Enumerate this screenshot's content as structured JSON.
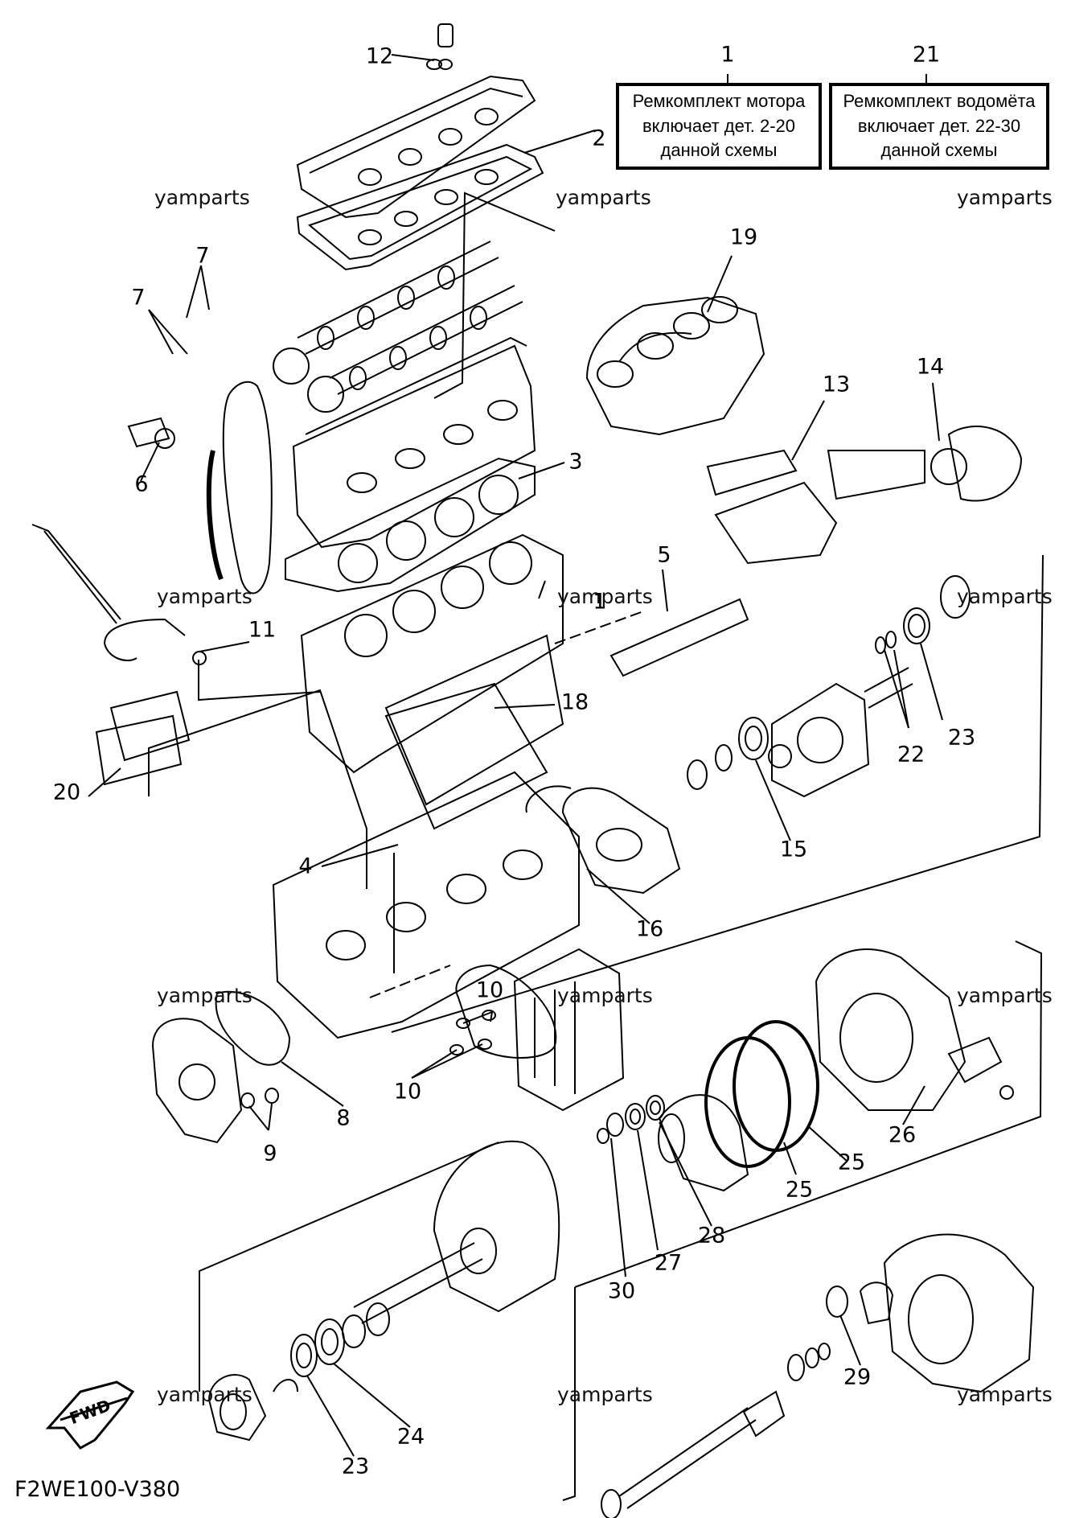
{
  "kits": [
    {
      "number": "1",
      "text": "Ремкомплект мотора\nвключает дет. 2-20\nданной схемы"
    },
    {
      "number": "21",
      "text": "Ремкомплект водомёта\nвключает дет. 22-30\nданной схемы"
    }
  ],
  "watermark": "yamparts",
  "diagram_code": "F2WE100-V380",
  "fwd_label": "FWD",
  "callouts": [
    "12",
    "2",
    "7",
    "7",
    "19",
    "6",
    "3",
    "13",
    "14",
    "5",
    "11",
    "1",
    "18",
    "20",
    "23",
    "22",
    "15",
    "4",
    "16",
    "10",
    "10",
    "8",
    "9",
    "26",
    "25",
    "25",
    "28",
    "27",
    "30",
    "29",
    "24",
    "23"
  ]
}
